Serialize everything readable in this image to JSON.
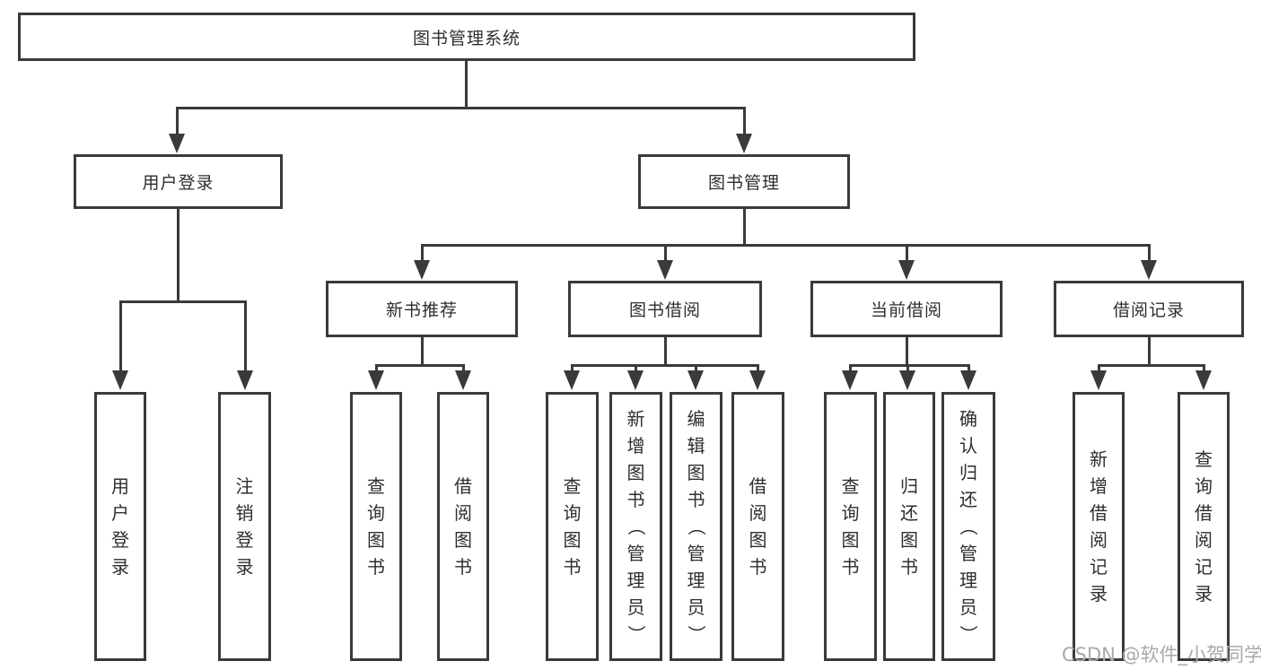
{
  "title": "图书管理系统",
  "level2": {
    "login": "用户登录",
    "management": "图书管理"
  },
  "level3": {
    "recommend": "新书推荐",
    "borrow": "图书借阅",
    "current": "当前借阅",
    "records": "借阅记录"
  },
  "leaves": {
    "login": [
      "用户登录",
      "注销登录"
    ],
    "recommend": [
      "查询图书",
      "借阅图书"
    ],
    "borrow": [
      "查询图书",
      "新增图书（管理员）",
      "编辑图书（管理员）",
      "借阅图书"
    ],
    "current": [
      "查询图书",
      "归还图书",
      "确认归还（管理员）"
    ],
    "records": [
      "新增借阅记录",
      "查询借阅记录"
    ]
  },
  "watermark": "CSDN @软件_小贺同学",
  "colors": {
    "line": "#3a3a3a",
    "text": "#2e2e2e",
    "watermark": "#a9a9ad",
    "background": "#ffffff"
  }
}
